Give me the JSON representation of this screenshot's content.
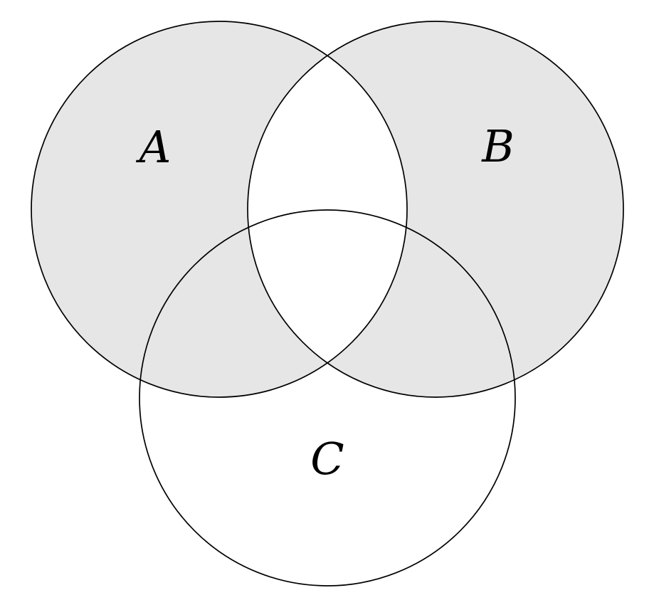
{
  "diagram": {
    "type": "venn-3-sets",
    "labels": {
      "a": "A",
      "b": "B",
      "c": "C"
    },
    "colors": {
      "shade": "#e6e6e6",
      "stroke": "#000000",
      "label": "#000000",
      "background": "#ffffff"
    },
    "shading": {
      "shaded_regions": [
        "A only",
        "A and C only",
        "B only",
        "B and C only"
      ],
      "unshaded_regions": [
        "A and B only",
        "A and B and C",
        "C only",
        "outside all sets"
      ],
      "shaded_set_expression": "(A ∪ B) \\ (A ∩ B)"
    }
  }
}
